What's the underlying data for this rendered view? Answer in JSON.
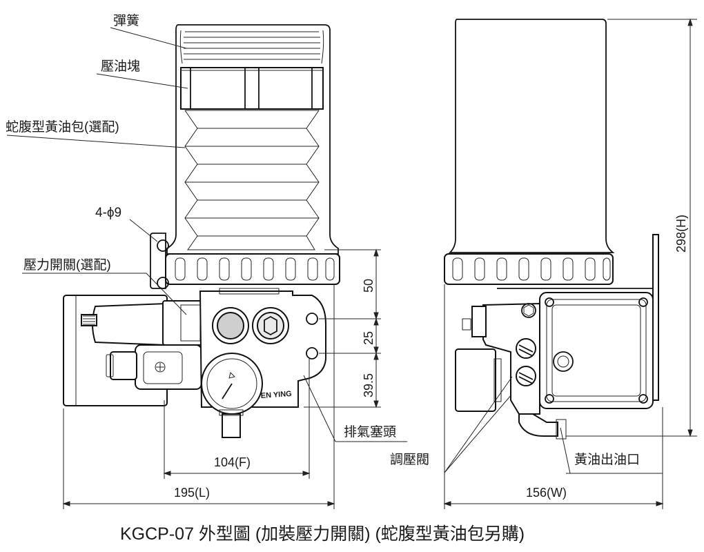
{
  "labels": {
    "spring": "彈簧",
    "pressure_block": "壓油塊",
    "bellows_grease_pack": "蛇腹型黃油包(選配)",
    "mount_holes": "4-ϕ9",
    "pressure_switch": "壓力開關(選配)",
    "vent_plug": "排氣塞頭",
    "pressure_valve": "調壓閥",
    "grease_outlet": "黃油出油口"
  },
  "dimensions": {
    "d50": "50",
    "d25": "25",
    "d39_5": "39.5",
    "d104": "104(F)",
    "d195": "195(L)",
    "d156": "156(W)",
    "d298": "298(H)"
  },
  "brand_text": "EN YING",
  "caption": "KGCP-07 外型圖 (加裝壓力開關) (蛇腹型黃油包另購)"
}
